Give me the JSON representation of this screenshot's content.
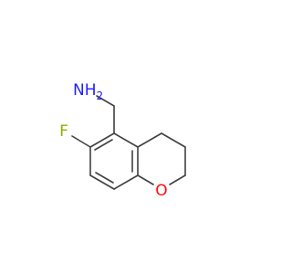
{
  "molecule": {
    "atoms": {
      "amine": {
        "label": "NH",
        "subscript": "2",
        "color": "#1f1fff"
      },
      "fluorine": {
        "label": "F",
        "color": "#8fae00"
      },
      "oxygen": {
        "label": "O",
        "color": "#ff0d0d"
      }
    },
    "bond_color": "#404040"
  }
}
